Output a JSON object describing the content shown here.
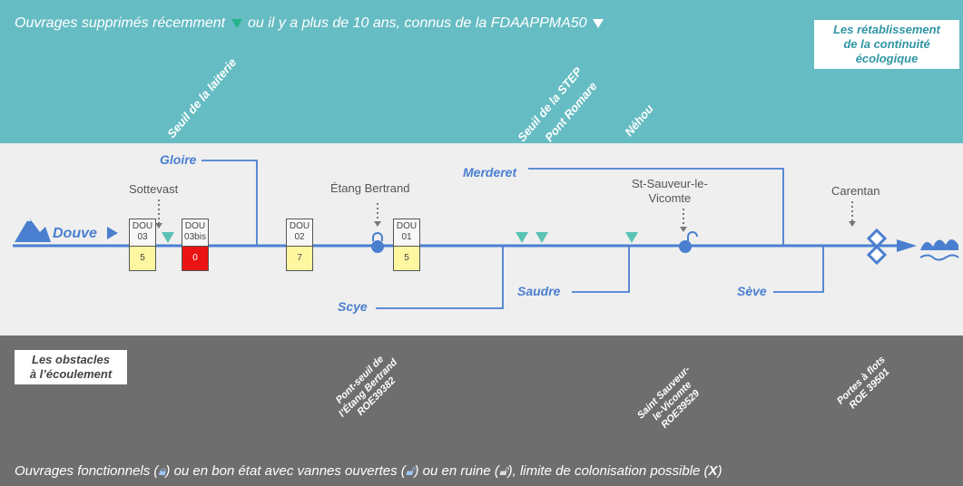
{
  "header": {
    "text_part1": "Ouvrages supprimés récemment",
    "text_part2": "ou il y a plus de 10 ans, connus de la FDAAPPMA50",
    "box": "Les rétablissement\nde la continuité\nécologique",
    "rotated_labels": [
      "Seuil de la laiterie",
      "Seuil de la STEP",
      "Pont Romare",
      "Néhou"
    ]
  },
  "river": {
    "name": "Douve",
    "tributaries": [
      "Gloire",
      "Merderet",
      "Scye",
      "Saudre",
      "Sève"
    ],
    "places": [
      "Sottevast",
      "Étang Bertrand",
      "St-Sauveur-le-\nVicomte",
      "Carentan"
    ],
    "ouvrages": [
      {
        "code": "DOU\n03",
        "score": "5",
        "color": "#fff7a0"
      },
      {
        "code": "DOU\n03bis",
        "score": "0",
        "color": "#ea1414"
      },
      {
        "code": "DOU\n02",
        "score": "7",
        "color": "#fff7a0"
      },
      {
        "code": "DOU\n01",
        "score": "5",
        "color": "#fff7a0"
      }
    ]
  },
  "bottom": {
    "box": "Les obstacles\nà l’écoulement",
    "rotated_labels": [
      "Pont-seuil de\nl’Étang Bertrand\nROE39382",
      "Saint Sauveur-\nle-Vicomte\nROE39529",
      "Portes à flots\nROE 39501"
    ],
    "footer_1": "Ouvrages fonctionnels (",
    "footer_2": ") ou en bon état avec vannes ouvertes (",
    "footer_3": ") ou en ruine (",
    "footer_4": "), limite de colonisation possible (",
    "footer_x": "X",
    "footer_5": ")"
  },
  "colors": {
    "teal": "#66bcc3",
    "river_blue": "#4a7fd0",
    "gray_band": "#6e6e6e",
    "triangle_green": "#5bc2b4",
    "score_yellow": "#fff7a0",
    "score_red": "#ea1414"
  },
  "icons": [
    "mountain-icon",
    "sluice-diamond-icon",
    "wave-sea-icon",
    "padlock-closed-icon",
    "padlock-open-icon"
  ]
}
